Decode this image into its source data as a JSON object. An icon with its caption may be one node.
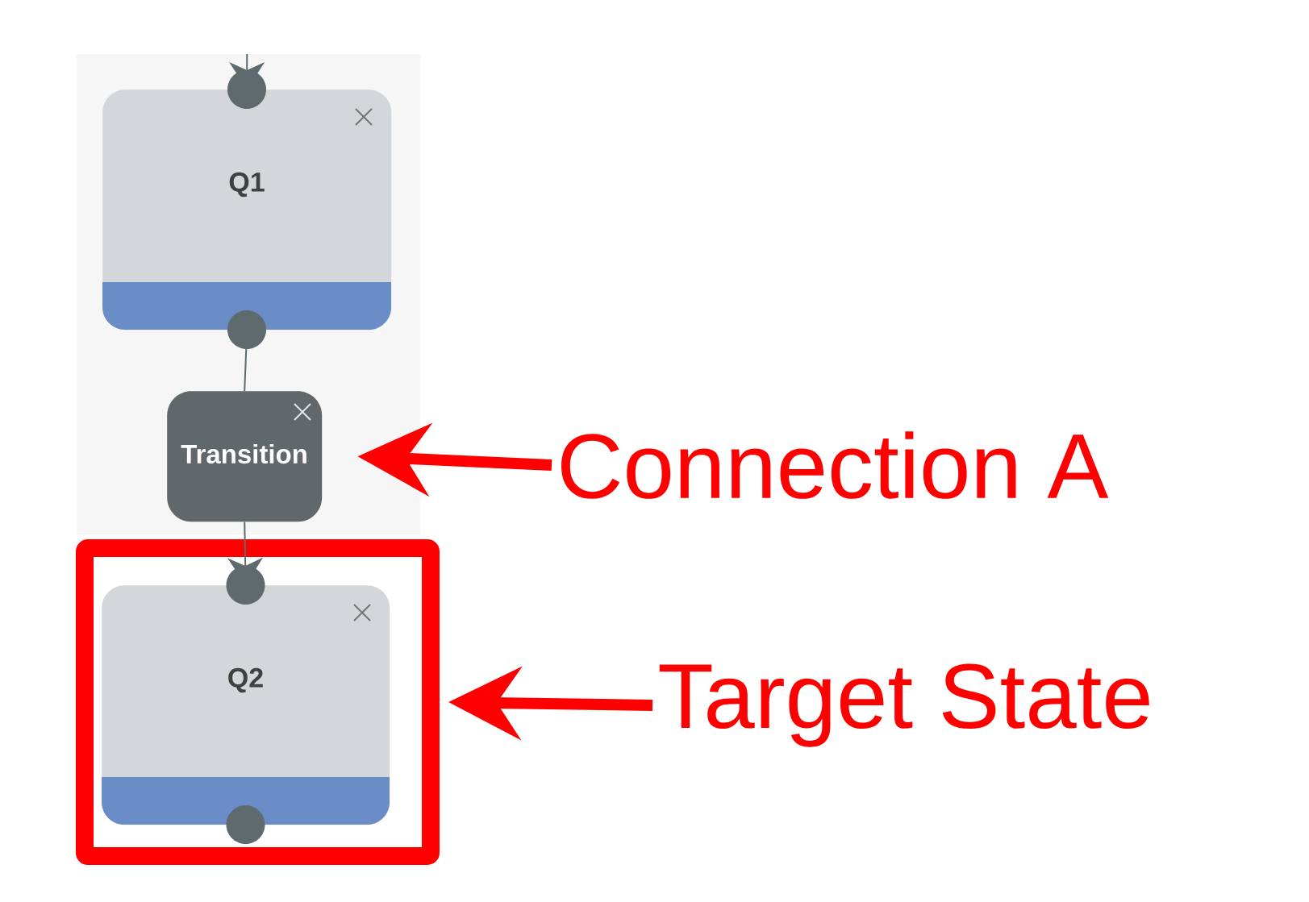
{
  "diagram": {
    "nodes": [
      {
        "text": [
          "Q1"
        ]
      },
      {
        "text": [
          "Transition"
        ]
      },
      {
        "text": [
          "Connection A"
        ]
      },
      {
        "text": [],
        "shape": "box"
      },
      {
        "text": [
          "Q2"
        ],
        "in": 3
      },
      {
        "text": [
          "Target State"
        ]
      }
    ],
    "edges": [
      {
        "from": null,
        "to": 0,
        "arrow": "to"
      },
      {
        "from": 0,
        "to": 1,
        "arrow": "none"
      },
      {
        "from": 1,
        "to": 4,
        "arrow": "to"
      },
      {
        "from": 2,
        "to": 1,
        "arrow": "to",
        "style": "thick",
        "color": "#ff0000"
      },
      {
        "from": 5,
        "to": 3,
        "arrow": "to",
        "style": "thick",
        "color": "#ff0000"
      }
    ]
  }
}
